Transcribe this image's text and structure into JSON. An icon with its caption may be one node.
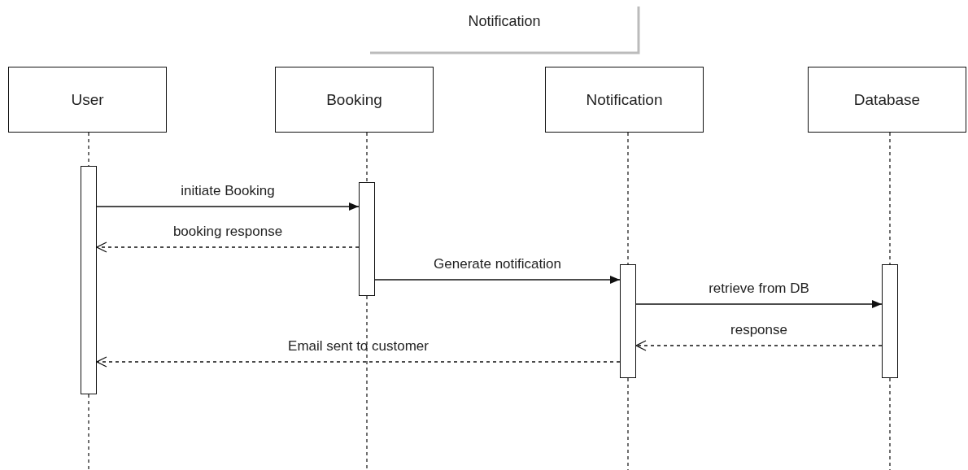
{
  "diagram": {
    "title": "Notification",
    "nodes": [
      {
        "text": [
          "User"
        ]
      },
      {
        "text": [
          "Booking"
        ]
      },
      {
        "text": [
          "Notification"
        ]
      },
      {
        "text": [
          "Database"
        ]
      },
      {
        "text": [],
        "shape": "bar"
      },
      {
        "text": [],
        "shape": "bar"
      },
      {
        "text": [],
        "shape": "bar"
      },
      {
        "text": [],
        "shape": "bar"
      }
    ],
    "edges": [
      {
        "from": 0,
        "to": 4,
        "arrow": "none",
        "style": "dashed"
      },
      {
        "from": 1,
        "to": 5,
        "arrow": "none",
        "style": "dashed"
      },
      {
        "from": 2,
        "to": 6,
        "arrow": "none",
        "style": "dashed"
      },
      {
        "from": 3,
        "to": 7,
        "arrow": "none",
        "style": "dashed"
      },
      {
        "from": 4,
        "to": 5,
        "arrow": "to",
        "label": "initiate Booking"
      },
      {
        "from": 5,
        "to": 4,
        "arrow": "to",
        "label": "booking response",
        "style": "dashed"
      },
      {
        "from": 5,
        "to": 6,
        "arrow": "to",
        "label": "Generate notification"
      },
      {
        "from": 6,
        "to": 7,
        "arrow": "to",
        "label": "retrieve from DB"
      },
      {
        "from": 7,
        "to": 6,
        "arrow": "to",
        "label": "response",
        "style": "dashed"
      },
      {
        "from": 6,
        "to": 4,
        "arrow": "to",
        "label": "Email sent to customer",
        "style": "dashed"
      }
    ]
  }
}
